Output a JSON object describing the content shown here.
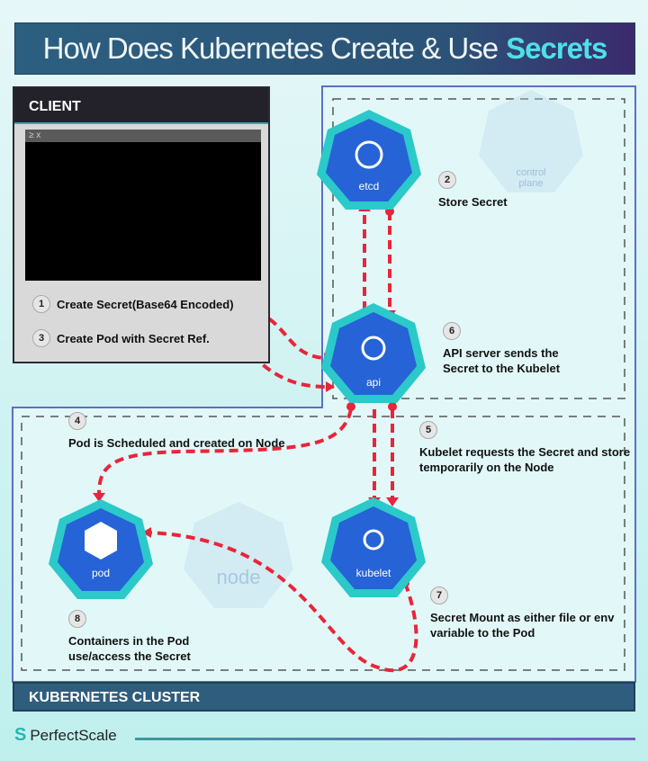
{
  "title": {
    "main": "How Does Kubernetes Create & Use",
    "accent": "Secrets"
  },
  "client": {
    "header": "CLIENT",
    "terminal_controls": "≥ x"
  },
  "cluster": {
    "footer": "KUBERNETES CLUSTER"
  },
  "components": {
    "etcd": "etcd",
    "api": "api",
    "kubelet": "kubelet",
    "pod": "pod",
    "control_plane": "control plane",
    "node": "node"
  },
  "steps": [
    {
      "n": "1",
      "text": "Create Secret(Base64 Encoded)"
    },
    {
      "n": "2",
      "text": "Store Secret"
    },
    {
      "n": "3",
      "text": "Create Pod with Secret Ref."
    },
    {
      "n": "4",
      "text": "Pod is Scheduled and created on Node"
    },
    {
      "n": "5",
      "text": "Kubelet requests the Secret and store temporarily on the Node"
    },
    {
      "n": "6",
      "text": "API server sends the Secret to the Kubelet"
    },
    {
      "n": "7",
      "text": "Secret Mount as either file or env variable to the Pod"
    },
    {
      "n": "8",
      "text": "Containers in the Pod use/access the Secret"
    }
  ],
  "brand": "PerfectScale",
  "colors": {
    "arrow": "#e8253a",
    "teal": "#2bc9c9",
    "blue": "#2563d6"
  }
}
